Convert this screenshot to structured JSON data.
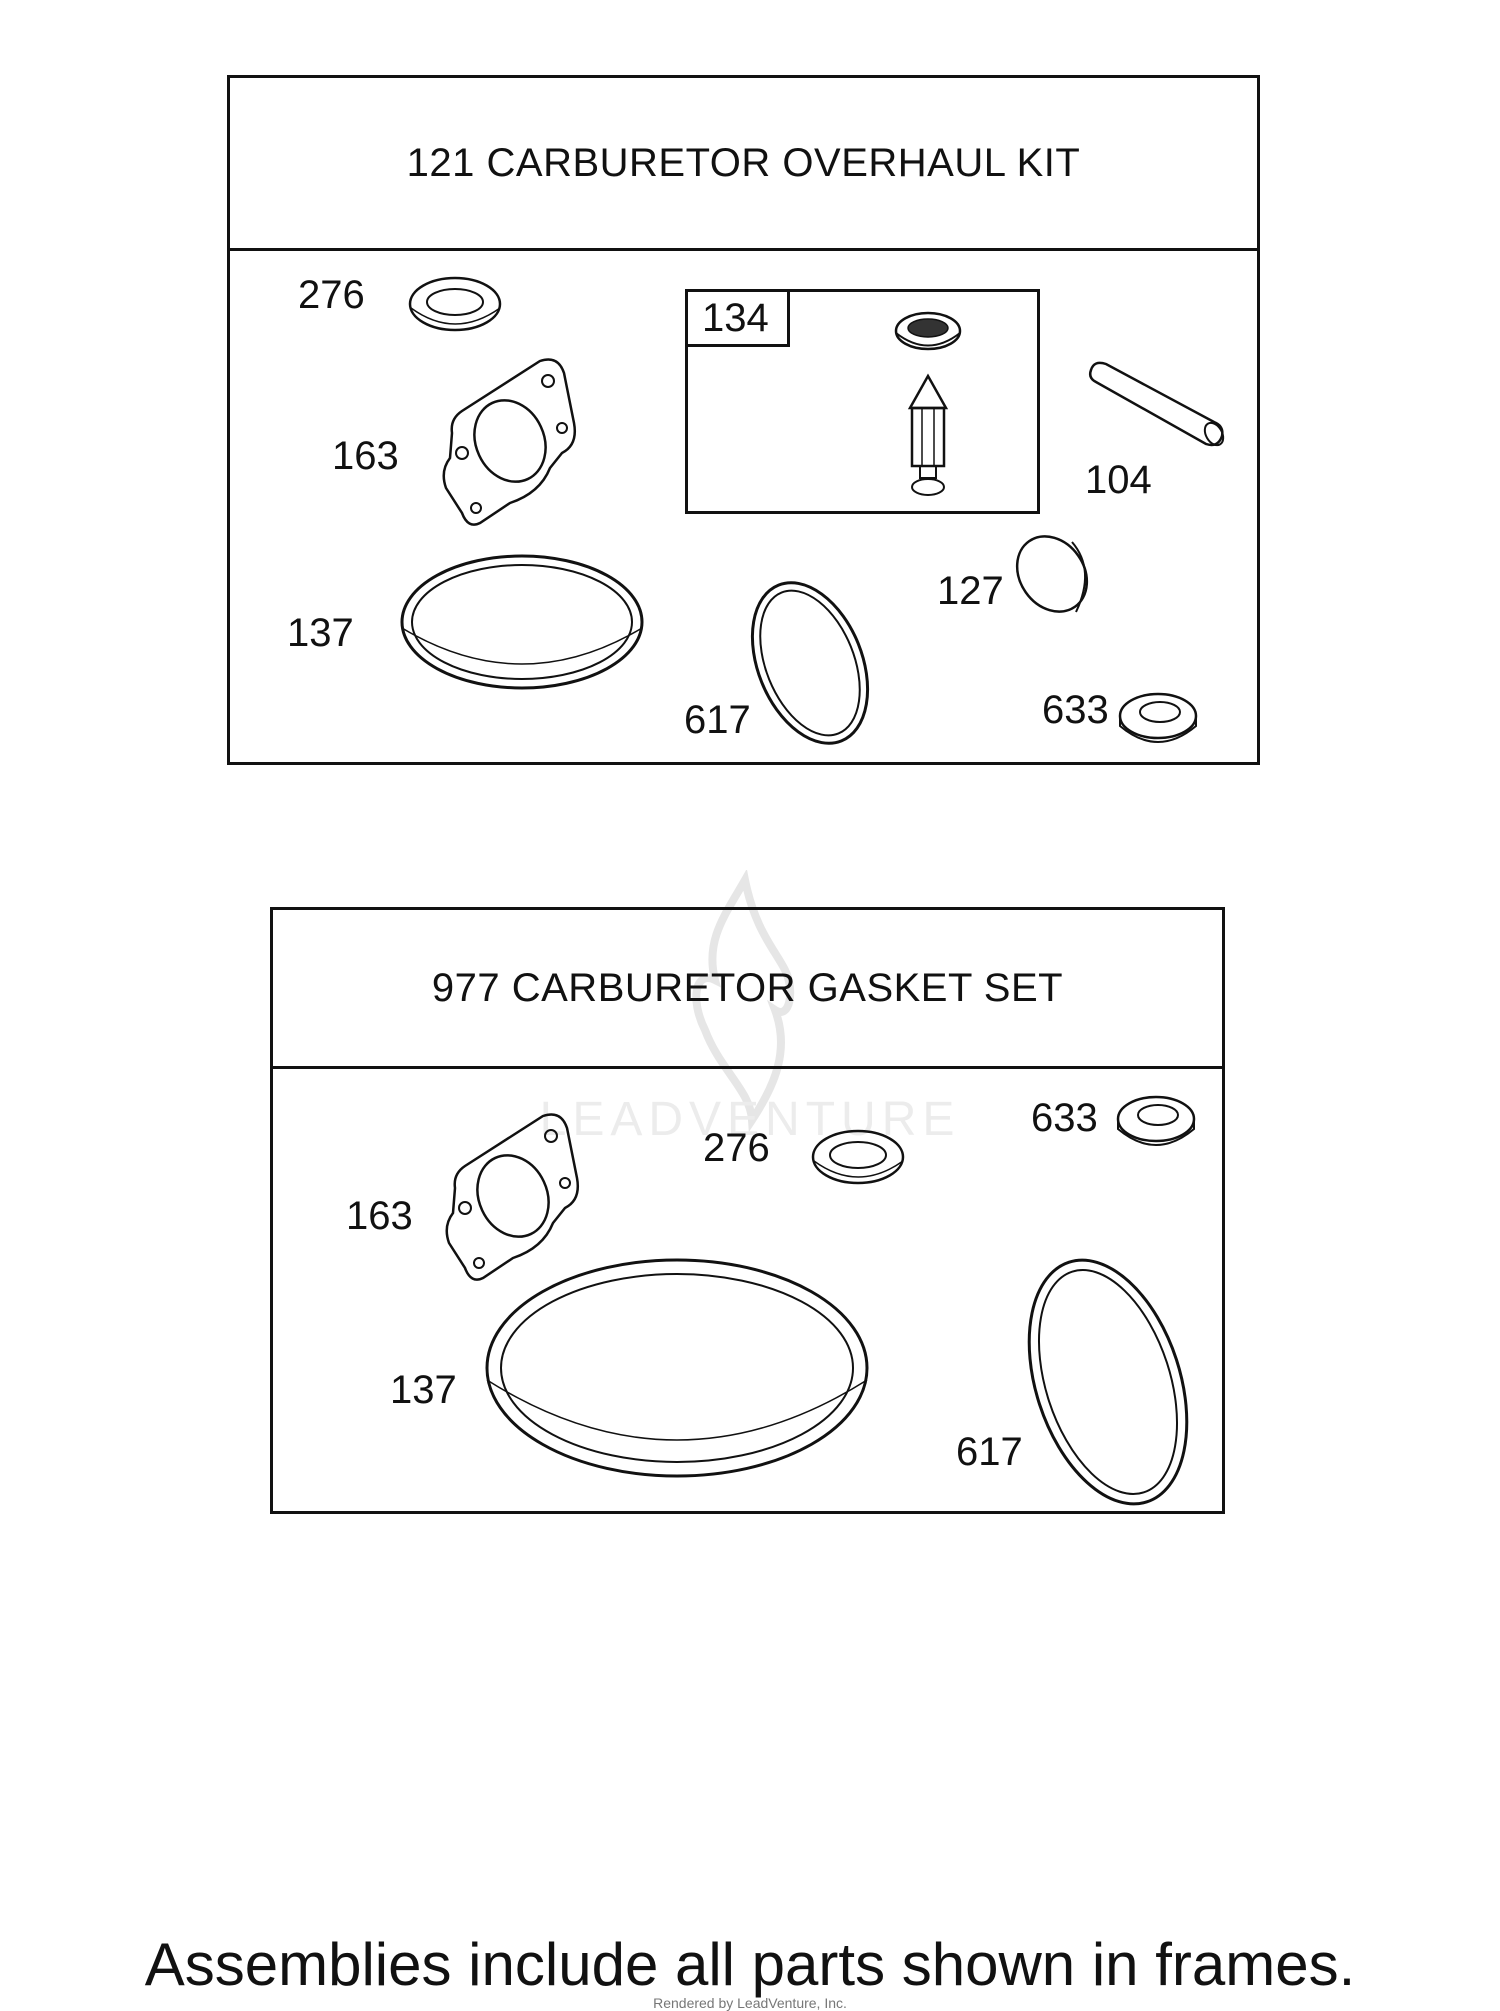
{
  "kits": [
    {
      "title": "121 CARBURETOR OVERHAUL KIT",
      "callouts": [
        "276",
        "163",
        "134",
        "104",
        "137",
        "127",
        "617",
        "633"
      ]
    },
    {
      "title": "977 CARBURETOR GASKET SET",
      "callouts": [
        "633",
        "276",
        "163",
        "137",
        "617"
      ]
    }
  ],
  "watermark": "LEADVENTURE",
  "footer": "Assemblies include all parts shown in frames.",
  "credit": "Rendered by LeadVenture, Inc."
}
